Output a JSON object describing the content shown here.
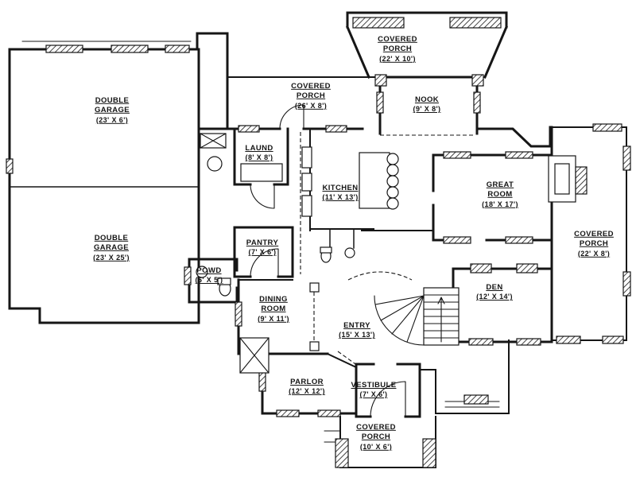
{
  "plan": {
    "type": "floor-plan",
    "ink_color": "#161616",
    "paper_color": "#ffffff",
    "rooms": [
      {
        "id": "covered-porch-top",
        "name": "COVERED\nPORCH",
        "dims": "(22' X 10')"
      },
      {
        "id": "covered-porch-upper",
        "name": "COVERED\nPORCH",
        "dims": "(26' X 8')"
      },
      {
        "id": "nook",
        "name": "NOOK",
        "dims": "(9' X 8')"
      },
      {
        "id": "double-garage-upper",
        "name": "DOUBLE\nGARAGE",
        "dims": "(23' X 6')"
      },
      {
        "id": "laundry",
        "name": "LAUND",
        "dims": "(8' X 8')"
      },
      {
        "id": "kitchen",
        "name": "KITCHEN",
        "dims": "(11' X 13')"
      },
      {
        "id": "great-room",
        "name": "GREAT\nROOM",
        "dims": "(18' X 17')"
      },
      {
        "id": "covered-porch-right",
        "name": "COVERED\nPORCH",
        "dims": "(22' X 8')"
      },
      {
        "id": "double-garage-lower",
        "name": "DOUBLE\nGARAGE",
        "dims": "(23' X 25')"
      },
      {
        "id": "pantry",
        "name": "PANTRY",
        "dims": "(7' X 6')"
      },
      {
        "id": "powder",
        "name": "POWD",
        "dims": "(6' X 5')"
      },
      {
        "id": "den",
        "name": "DEN",
        "dims": "(12' X 14')"
      },
      {
        "id": "dining-room",
        "name": "DINING\nROOM",
        "dims": "(9' X 11')"
      },
      {
        "id": "entry",
        "name": "ENTRY",
        "dims": "(15' X 13')"
      },
      {
        "id": "parlor",
        "name": "PARLOR",
        "dims": "(12' X 12')"
      },
      {
        "id": "vestibule",
        "name": "VESTIBULE",
        "dims": "(7' X 6')"
      },
      {
        "id": "covered-porch-bottom",
        "name": "COVERED\nPORCH",
        "dims": "(10' X 6')"
      }
    ]
  }
}
